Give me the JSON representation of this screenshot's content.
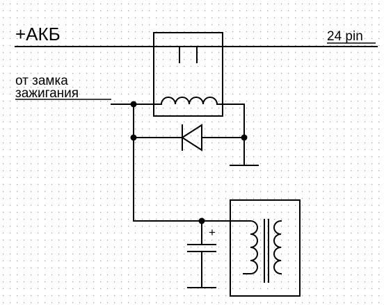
{
  "labels": {
    "battery": "+АКБ",
    "pin": "24 pin",
    "ignition_line1": "от замка",
    "ignition_line2": "зажигания",
    "capacitor_polarity": "+"
  },
  "colors": {
    "background": "#ffffff",
    "grid_dot": "#9a9a9a",
    "ink": "#000000"
  }
}
